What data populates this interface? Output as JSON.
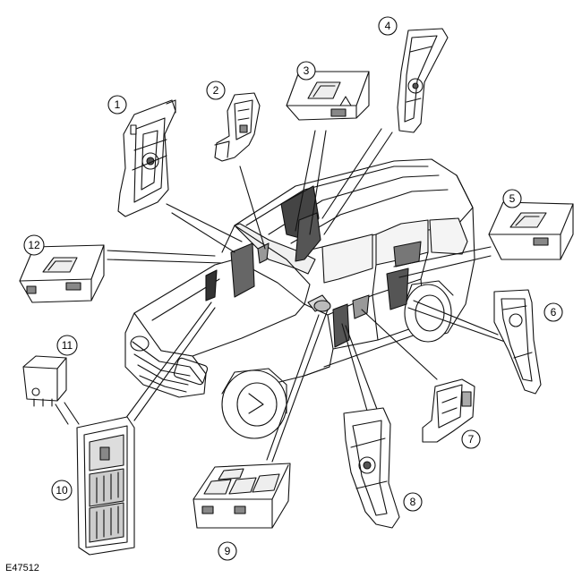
{
  "figure_code": "E47512",
  "callouts": [
    {
      "id": 1,
      "label": "1"
    },
    {
      "id": 2,
      "label": "2"
    },
    {
      "id": 3,
      "label": "3"
    },
    {
      "id": 4,
      "label": "4"
    },
    {
      "id": 5,
      "label": "5"
    },
    {
      "id": 6,
      "label": "6"
    },
    {
      "id": 7,
      "label": "7"
    },
    {
      "id": 8,
      "label": "8"
    },
    {
      "id": 9,
      "label": "9"
    },
    {
      "id": 10,
      "label": "10"
    },
    {
      "id": 11,
      "label": "11"
    },
    {
      "id": 12,
      "label": "12"
    }
  ],
  "colors": {
    "line": "#111111",
    "shade_dark": "#555555",
    "shade_light": "#bbbbbb",
    "background": "#ffffff"
  }
}
